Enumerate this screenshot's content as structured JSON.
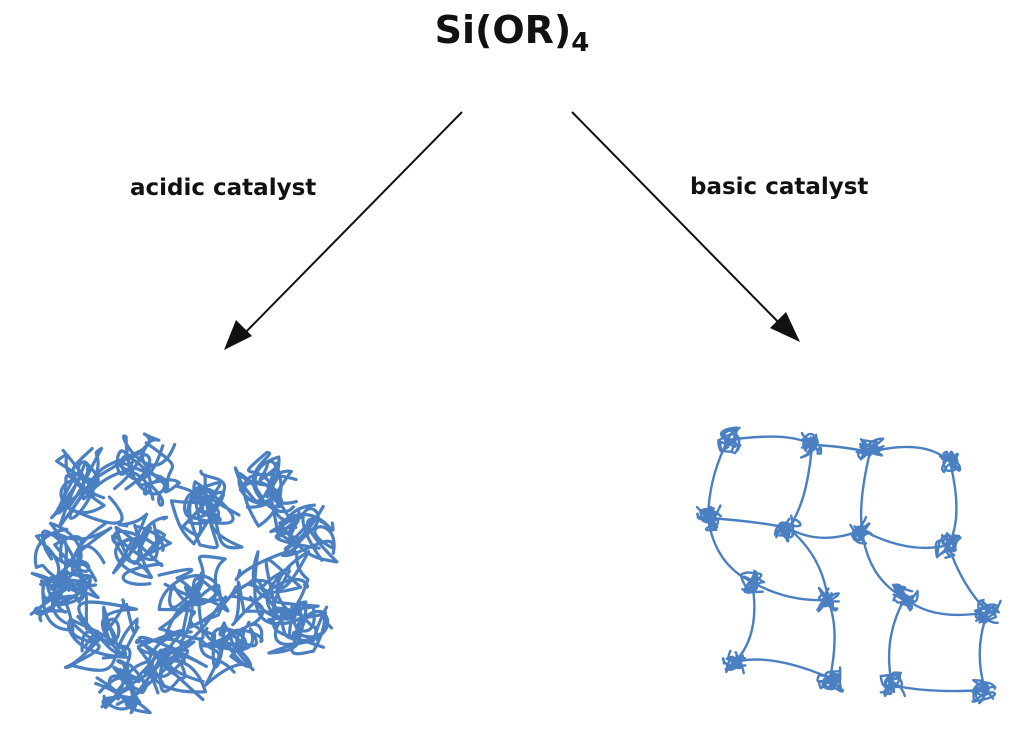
{
  "title": {
    "formula": "Si(OR)",
    "subscript": "4"
  },
  "branches": {
    "left": {
      "label": "acidic catalyst"
    },
    "right": {
      "label": "basic catalyst"
    }
  },
  "colors": {
    "network": "#4a7fc1",
    "arrow": "#111111",
    "text": "#111111"
  }
}
